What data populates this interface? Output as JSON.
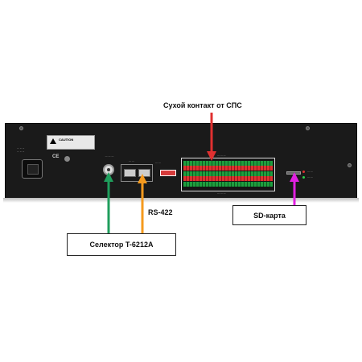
{
  "callouts": {
    "dry_contact": "Сухой контакт от СПС",
    "rs422": "RS-422",
    "sd_card": "SD-карта",
    "selector": "Селектор T-6212A"
  },
  "device": {
    "caution_label": "CAUTION",
    "ce_mark": "CE"
  },
  "colors": {
    "dry_contact_arrow": "#e03030",
    "rs422_arrow": "#f59a1e",
    "sd_card_arrow": "#e020e0",
    "selector_arrow": "#1f9e5c",
    "chassis": "#1a1a1a"
  },
  "icons": [
    "power-socket-icon",
    "caution-triangle-icon",
    "rca-jack-icon",
    "rj45-port-icon",
    "dip-switch-icon",
    "terminal-block-icon",
    "sd-slot-icon",
    "led-indicator-icon"
  ]
}
